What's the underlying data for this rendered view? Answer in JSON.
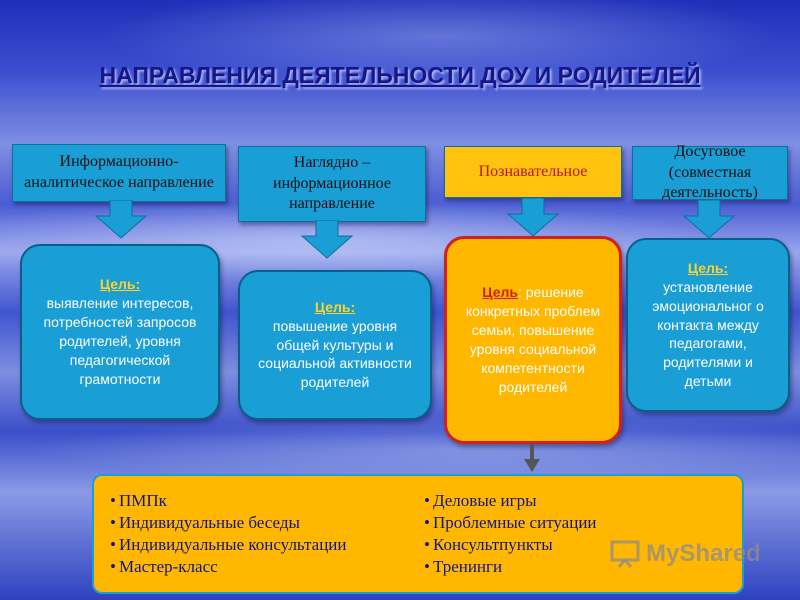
{
  "title": "НАПРАВЛЕНИЯ ДЕЯТЕЛЬНОСТИ ДОУ И РОДИТЕЛЕЙ",
  "directions": [
    {
      "label": "Информационно-аналитическое направление"
    },
    {
      "label": "Наглядно – информационное направление"
    },
    {
      "label": "Познавательное"
    },
    {
      "label": "Досуговое (совместная деятельность)"
    }
  ],
  "goals": [
    {
      "head": "Цель:",
      "text": "выявление интересов, потребностей запросов родителей, уровня педагогической грамотности"
    },
    {
      "head": "Цель:",
      "text": "повышение уровня общей культуры и социальной активности родителей"
    },
    {
      "head": "Цель",
      "text": ": решение конкретных проблем семьи, повышение уровня социальной компетентности родителей"
    },
    {
      "head": "Цель:",
      "text": "установление эмоциональног о контакта между педагогами, родителями и детьми"
    }
  ],
  "activities_left": [
    "ПМПк",
    "Индивидуальные беседы",
    "Индивидуальные консультации",
    "Мастер-класс"
  ],
  "activities_right": [
    "Деловые игры",
    "Проблемные ситуации",
    "Консультпункты",
    "Тренинги"
  ],
  "watermark": "MyShared",
  "colors": {
    "blue": "#1a9ed6",
    "orange": "#ffb700",
    "title": "#14168a",
    "red": "#d21f1f"
  }
}
